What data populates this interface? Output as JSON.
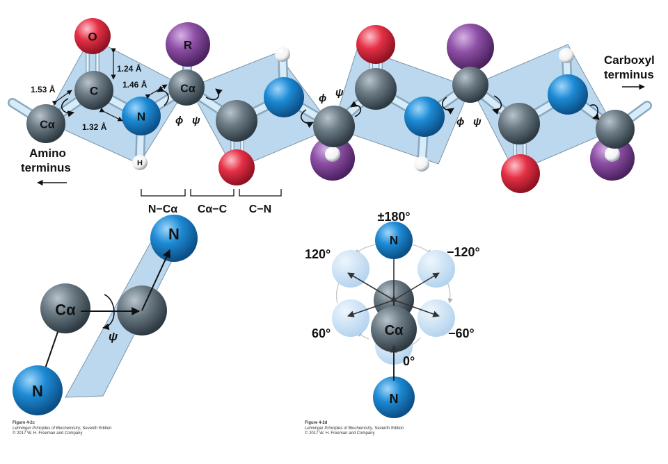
{
  "colors": {
    "plane": "#bcd8ee",
    "plane_stroke": "#7a94a8",
    "carbon": "#5f6e78",
    "nitrogen": "#1a86d0",
    "oxygen": "#e53045",
    "r_group": "#8d4fa5",
    "hydrogen": "#ffffff",
    "bond": "#cfe8f7",
    "faded_n": "#c9e0f4"
  },
  "icons": [
    "rotation-arrow-icon",
    "direction-arrow-icon"
  ],
  "top": {
    "atoms": {
      "o": "O",
      "c": "C",
      "ca": "Cα",
      "n": "N",
      "h": "H",
      "r": "R"
    },
    "bond_lengths": {
      "ca_c": "1.53 Å",
      "c_o": "1.24 Å",
      "n_ca": "1.46 Å",
      "c_n": "1.32 Å"
    },
    "phi": "ϕ",
    "psi": "ψ",
    "amino_terminus": [
      "Amino",
      "terminus"
    ],
    "carboxyl_terminus": [
      "Carboxyl",
      "terminus"
    ],
    "bond_labels": [
      "N−Cα",
      "Cα−C",
      "C−N"
    ]
  },
  "panel_c": {
    "atoms": {
      "n_top": "N",
      "ca": "Cα",
      "n_bottom": "N"
    },
    "psi": "ψ",
    "caption": {
      "figure": "Figure 4-2c",
      "book": "Lehninger Principles of Biochemistry",
      "edition": ", Seventh Edition",
      "copyright": "© 2017 W. H. Freeman and Company"
    }
  },
  "panel_d": {
    "atoms": {
      "n_top": "N",
      "ca": "Cα",
      "n_bottom": "N"
    },
    "angles": {
      "top": "±180°",
      "upper_left": "120°",
      "upper_right": "−120°",
      "lower_left": "60°",
      "lower_right": "−60°",
      "bottom": "0°"
    },
    "caption": {
      "figure": "Figure 4-2d",
      "book": "Lehninger Principles of Biochemistry",
      "edition": ", Seventh Edition",
      "copyright": "© 2017 W. H. Freeman and Company"
    }
  }
}
